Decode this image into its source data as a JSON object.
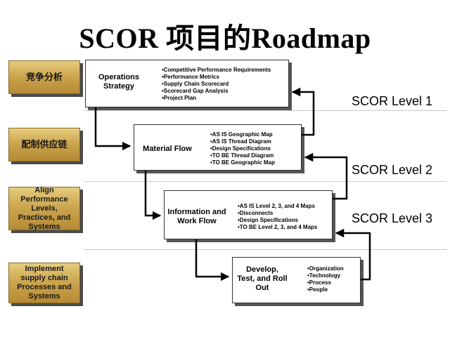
{
  "title": "SCOR 项目的Roadmap",
  "phases": [
    {
      "label": "竞争分析"
    },
    {
      "label": "配制供应链"
    },
    {
      "label": "Align Performance Levels, Practices, and Systems"
    },
    {
      "label": "Implement supply chain Processes and Systems"
    }
  ],
  "steps": [
    {
      "name": "Operations Strategy",
      "items": [
        "•Competitive Performance Requirements",
        "•Performance Metrics",
        "•Supply Chain Scorecard",
        "•Scorecard Gap Analysis",
        "•Project Plan"
      ]
    },
    {
      "name": "Material Flow",
      "items": [
        "•AS IS Geographic Map",
        "•AS IS Thread Diagram",
        "•Design Specifications",
        "•TO BE Thread Diagram",
        "•TO BE Geographic Map"
      ]
    },
    {
      "name": "Information and Work Flow",
      "items": [
        "•AS IS Level 2, 3, and 4 Maps",
        "•Disconnects",
        "•Design Specifications",
        "•TO BE Level 2, 3, and 4 Maps"
      ]
    },
    {
      "name": "Develop, Test, and Roll Out",
      "items": [
        "•Organization",
        "•Technology",
        "•Process",
        "•People"
      ]
    }
  ],
  "levels": [
    {
      "label": "SCOR Level 1"
    },
    {
      "label": "SCOR Level 2"
    },
    {
      "label": "SCOR Level 3"
    }
  ]
}
